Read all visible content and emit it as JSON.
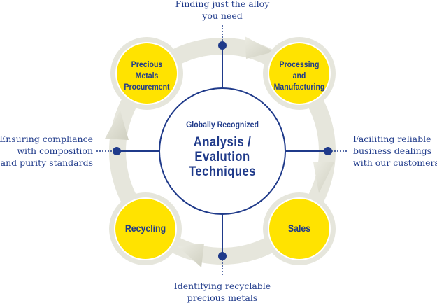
{
  "center": {
    "subtitle": "Globally Recognized",
    "title_lines": [
      "Analysis /",
      "Evalution",
      "Techniques"
    ]
  },
  "stages": [
    {
      "label_lines": [
        "Precious",
        "Metals",
        "Procurement"
      ]
    },
    {
      "label_lines": [
        "Processing",
        "and",
        "Manufacturing"
      ]
    },
    {
      "label_lines": [
        "Sales"
      ]
    },
    {
      "label_lines": [
        "Recycling"
      ]
    }
  ],
  "annotations": {
    "top": [
      "Finding just the alloy",
      "you need"
    ],
    "right": [
      "Faciliting reliable",
      "business dealings",
      "with our customers"
    ],
    "bottom": [
      "Identifying recyclable",
      "precious metals"
    ],
    "left": [
      "Ensuring compliance",
      "with composition",
      "and purity standards"
    ]
  },
  "colors": {
    "navy": "#1f3a8a",
    "yellow": "#ffe300",
    "ring": "#e4e4da"
  }
}
